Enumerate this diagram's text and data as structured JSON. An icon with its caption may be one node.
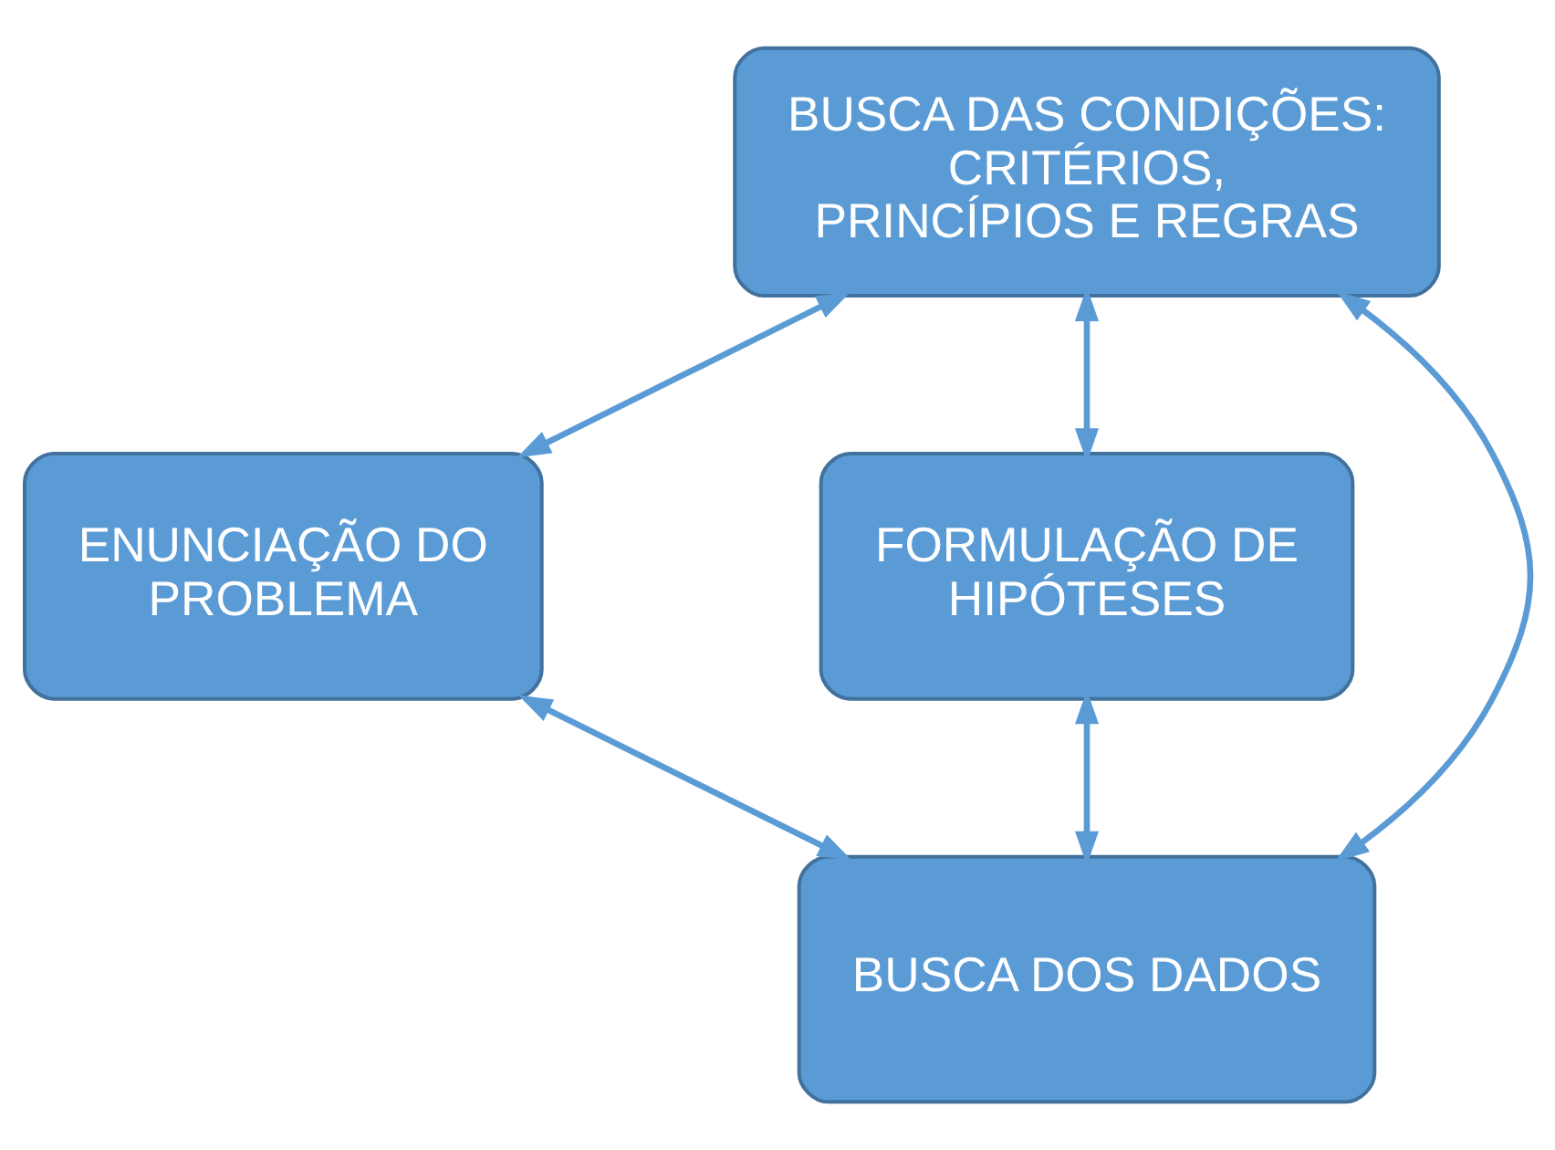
{
  "diagram": {
    "nodes": [
      {
        "text": [
          "BUSCA DAS CONDIÇÕES: CRITÉRIOS, PRINCÍPIOS E REGRAS"
        ]
      },
      {
        "text": [
          "ENUNCIAÇÃO DO PROBLEMA"
        ]
      },
      {
        "text": [
          "FORMULAÇÃO DE HIPÓTESES"
        ]
      },
      {
        "text": [
          "BUSCA DOS DADOS"
        ]
      }
    ],
    "edges": [
      {
        "from": 0,
        "to": 1,
        "arrow": "both"
      },
      {
        "from": 0,
        "to": 2,
        "arrow": "both"
      },
      {
        "from": 0,
        "to": 3,
        "arrow": "both"
      },
      {
        "from": 1,
        "to": 3,
        "arrow": "both"
      },
      {
        "from": 2,
        "to": 3,
        "arrow": "both"
      }
    ]
  }
}
